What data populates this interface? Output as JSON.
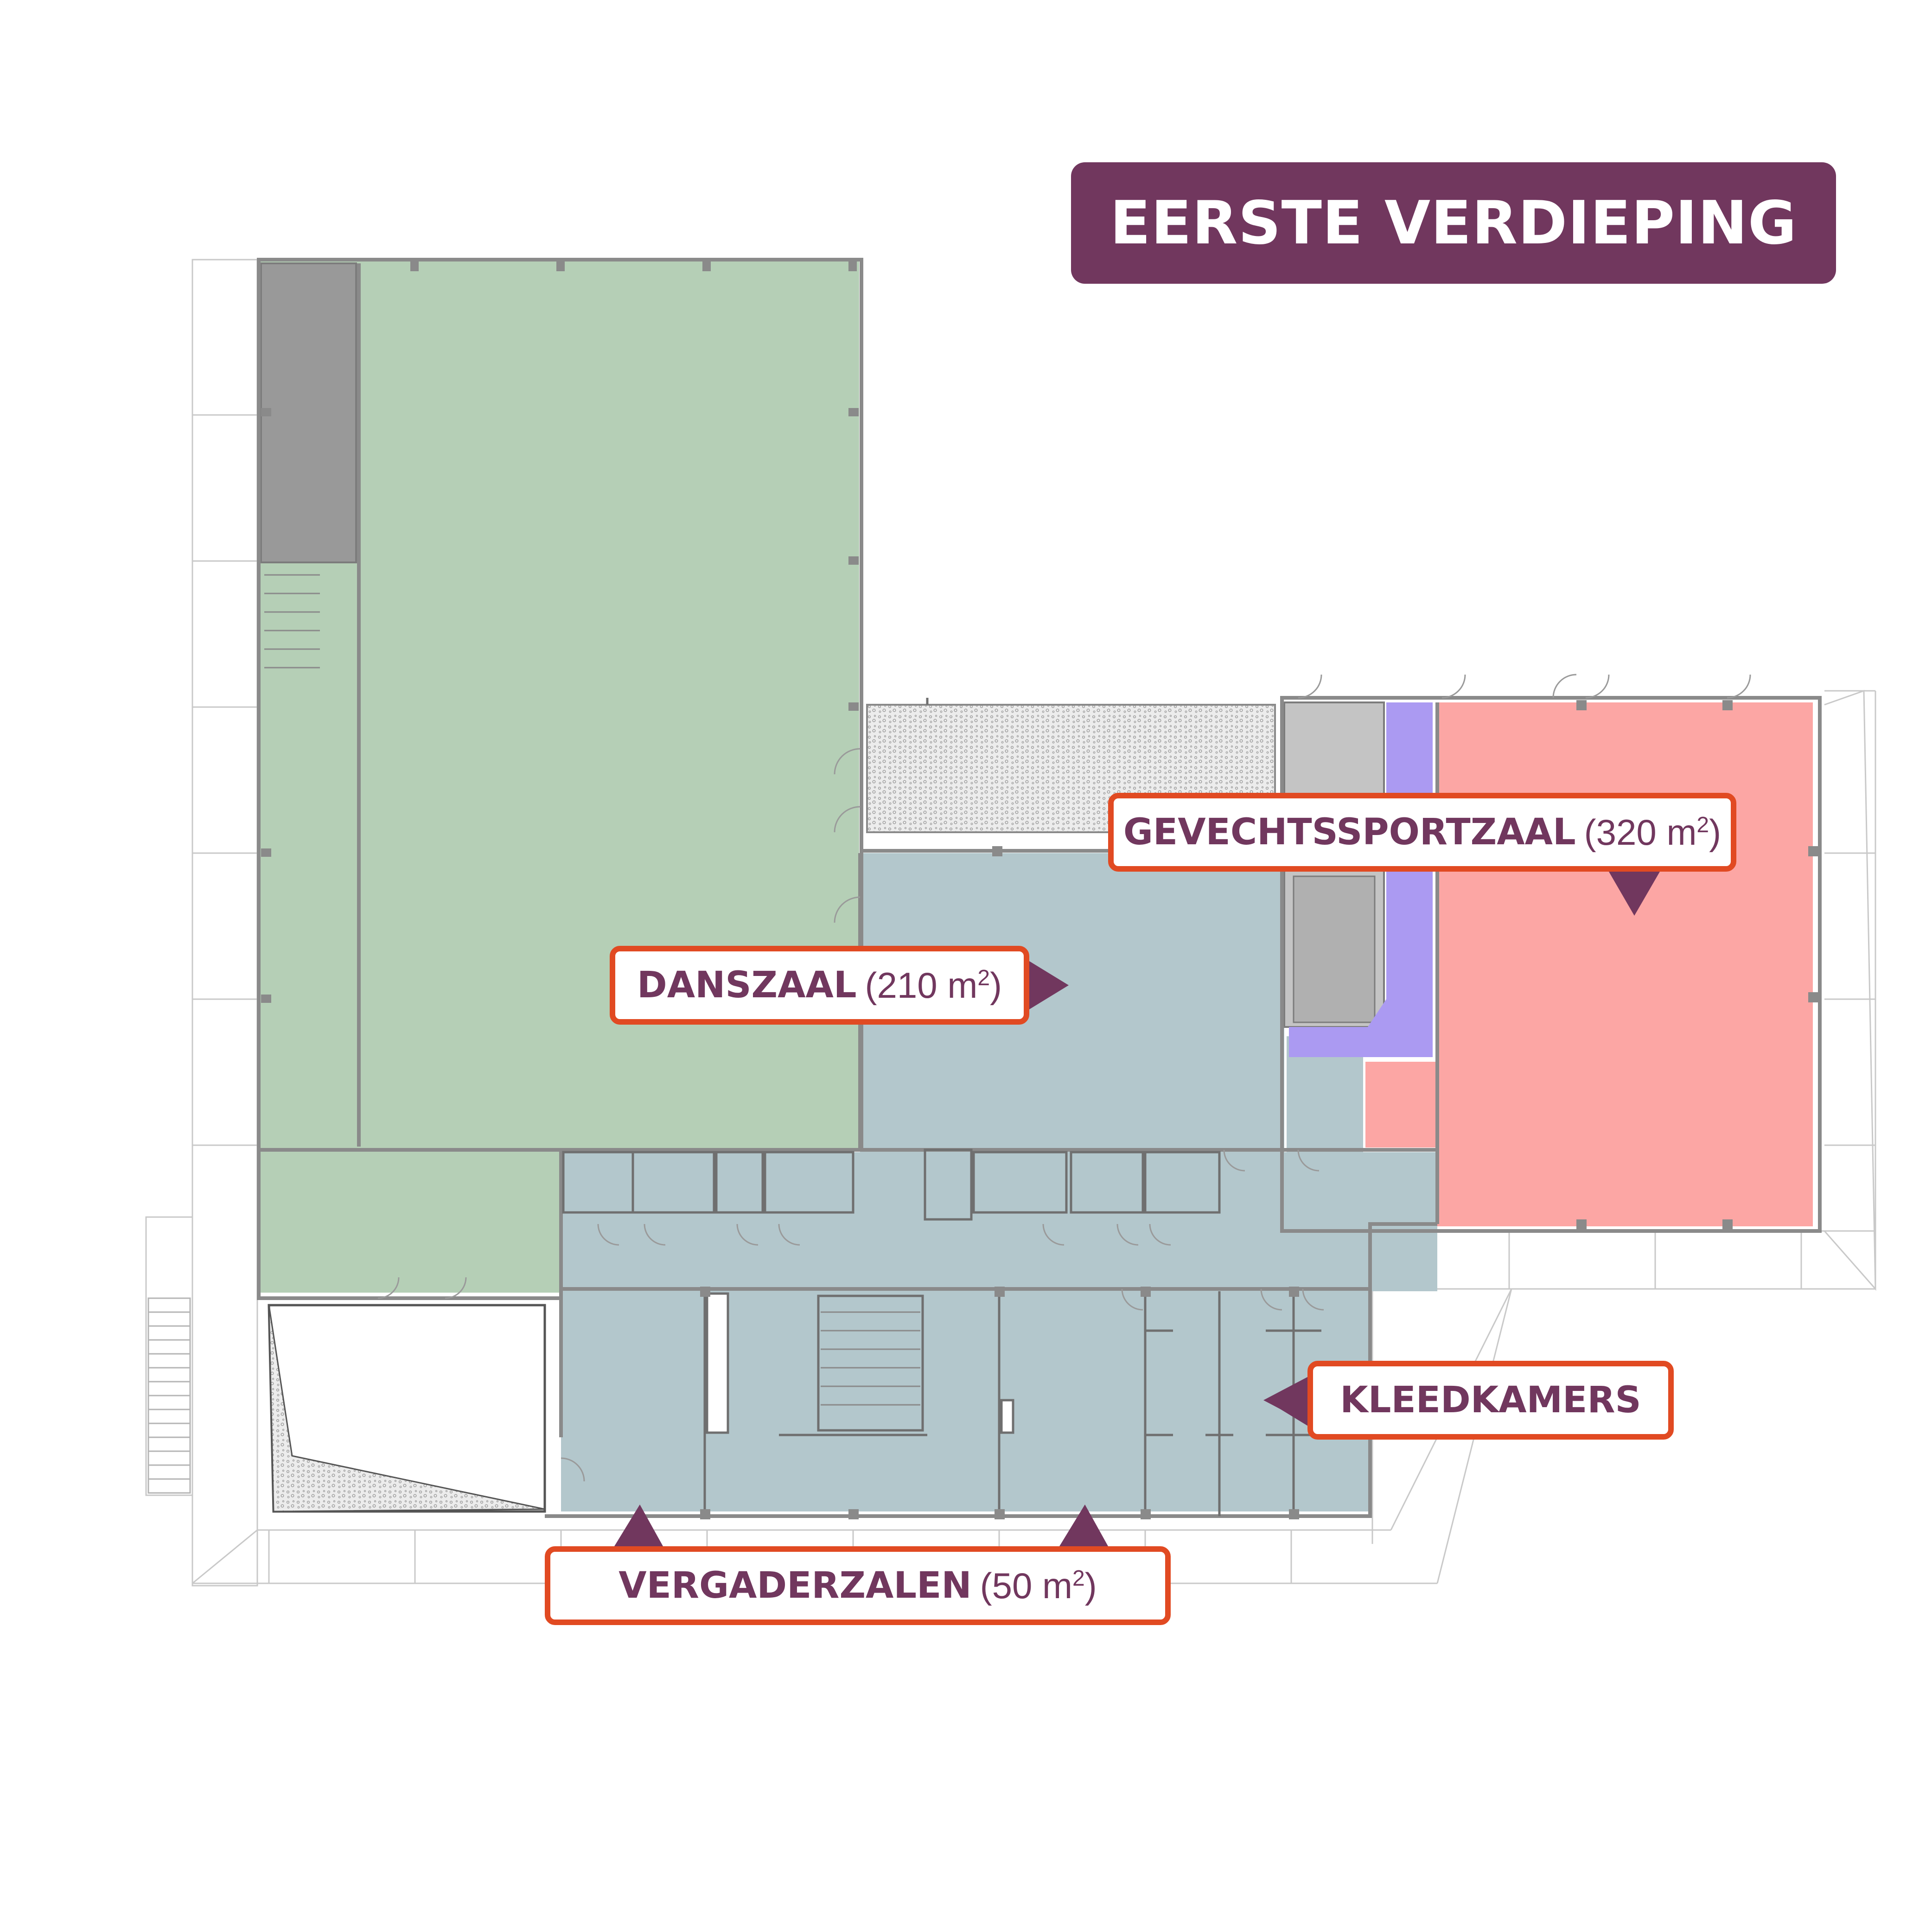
{
  "title": "EERSTE VERDIEPING",
  "colors": {
    "accent": "#71375e",
    "label_border": "#e14a22",
    "green_room": "#b5cfb6",
    "blue_room": "#b3c7cc",
    "red_room": "#fca6a4",
    "purple_room": "#ab9af2",
    "grey_room": "#999999",
    "light_grey_room": "#c4c4c4"
  },
  "labels": {
    "danszaal": {
      "name": "DANSZAAL",
      "area_value": "(210 m",
      "area_close": ")",
      "sup": "2"
    },
    "gevechtssportzaal": {
      "name": "GEVECHTSSPORTZAAL",
      "area_value": "(320 m",
      "area_close": ")",
      "sup": "2"
    },
    "kleedkamers": {
      "name": "KLEEDKAMERS"
    },
    "vergaderzalen": {
      "name": "VERGADERZALEN",
      "area_value": "(50 m",
      "area_close": ")",
      "sup": "2"
    }
  }
}
